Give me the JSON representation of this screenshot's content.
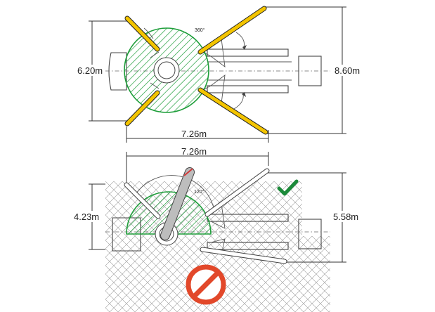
{
  "top_view": {
    "width_label": "6.20m",
    "spread_label": "8.60m",
    "length_label": "7.26m",
    "rotation_label": "360°"
  },
  "side_view": {
    "length_label": "7.26m",
    "left_height_label": "4.23m",
    "right_height_label": "5.58m",
    "rotation_label": "120°",
    "allowed_icon": "green-check",
    "forbidden_icon": "no-entry-circle"
  },
  "colors": {
    "outrigger": "#f3c400",
    "zone": "#1e9e3a",
    "check": "#1c8a3a",
    "prohibit": "#e2482a"
  }
}
